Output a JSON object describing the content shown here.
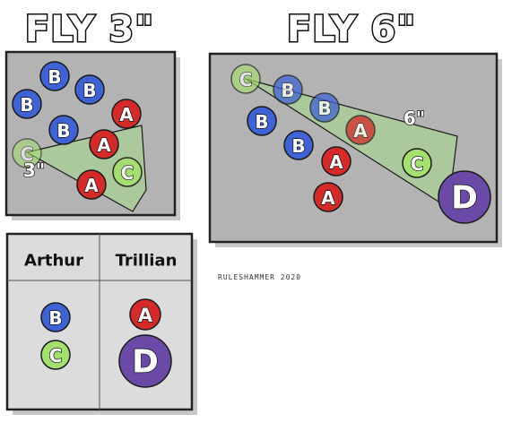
{
  "colors": {
    "B": "#3f63d4",
    "A": "#d42a2a",
    "C": "#a4e06e",
    "D": "#6a4aa6",
    "wedge": "#a6d98a"
  },
  "panels": [
    {
      "title": "FLY 3\"",
      "range_label": "3\"",
      "tokens": [
        {
          "label": "B"
        },
        {
          "label": "B"
        },
        {
          "label": "B"
        },
        {
          "label": "B"
        },
        {
          "label": "A"
        },
        {
          "label": "A"
        },
        {
          "label": "A"
        },
        {
          "label": "C"
        },
        {
          "label": "C"
        }
      ]
    },
    {
      "title": "FLY 6\"",
      "range_label": "6\"",
      "tokens": [
        {
          "label": "C"
        },
        {
          "label": "B"
        },
        {
          "label": "B"
        },
        {
          "label": "B"
        },
        {
          "label": "B"
        },
        {
          "label": "A"
        },
        {
          "label": "A"
        },
        {
          "label": "A"
        },
        {
          "label": "C"
        },
        {
          "label": "D"
        }
      ]
    }
  ],
  "credit": "RULESHAMMER 2020",
  "legend": {
    "columns": [
      {
        "header": "Arthur",
        "tokens": [
          {
            "label": "B"
          },
          {
            "label": "C"
          }
        ]
      },
      {
        "header": "Trillian",
        "tokens": [
          {
            "label": "A"
          },
          {
            "label": "D"
          }
        ]
      }
    ]
  }
}
